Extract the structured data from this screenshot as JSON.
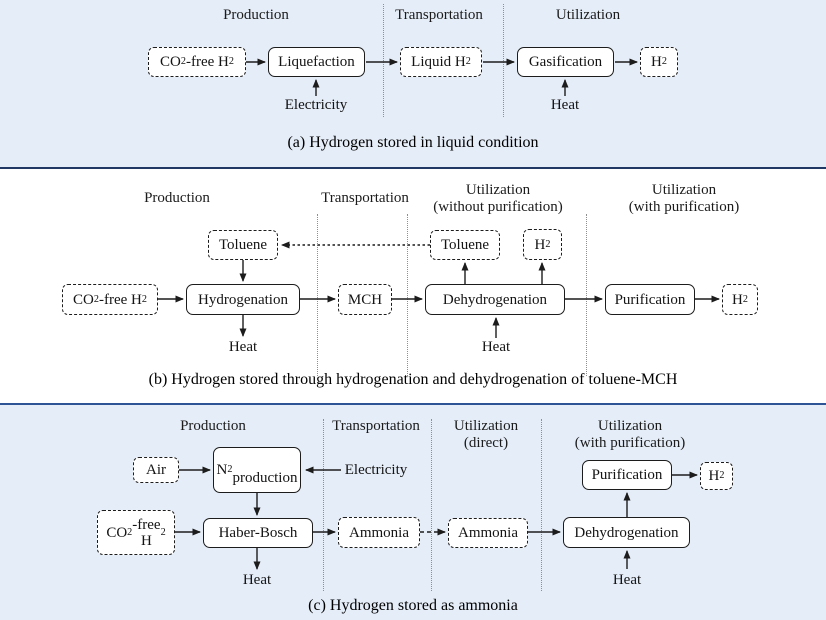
{
  "colors": {
    "panel_background": "#e5edf8",
    "panel_b_background": "#ffffff",
    "separator_top": "#1f3864",
    "separator_bottom": "#2f5496",
    "box_fill": "#ffffff",
    "line_color": "#1c1c1c",
    "divider_color": "#8f8f8f"
  },
  "panel_a": {
    "headers": {
      "production": "Production",
      "transportation": "Transportation",
      "utilization": "Utilization"
    },
    "nodes": {
      "co2_free_h2": "CO_2-free H_2",
      "liquefaction": "Liquefaction",
      "liquid_h2": "Liquid H_2",
      "gasification": "Gasification",
      "h2_out": "H_2"
    },
    "labels": {
      "electricity": "Electricity",
      "heat": "Heat"
    },
    "caption": "(a) Hydrogen stored in liquid condition"
  },
  "panel_b": {
    "headers": {
      "production": "Production",
      "transportation": "Transportation",
      "utilization_without": "Utilization\n(without purification)",
      "utilization_with": "Utilization\n(with purification)"
    },
    "nodes": {
      "co2_free_h2": "CO_2-free H_2",
      "hydrogenation": "Hydrogenation",
      "toluene_left": "Toluene",
      "mch": "MCH",
      "dehydrogenation": "Dehydrogenation",
      "toluene_right": "Toluene",
      "h2_direct": "H_2",
      "purification": "Purification",
      "h2_out": "H_2"
    },
    "labels": {
      "heat_left": "Heat",
      "heat_right": "Heat"
    },
    "caption": "(b) Hydrogen stored through hydrogenation and dehydrogenation of toluene-MCH"
  },
  "panel_c": {
    "headers": {
      "production": "Production",
      "transportation": "Transportation",
      "utilization_direct": "Utilization\n(direct)",
      "utilization_with": "Utilization\n(with purification)"
    },
    "nodes": {
      "air": "Air",
      "n2_production": "N_2\nproduction",
      "co2_free_h2": "CO_2-free\nH_2",
      "haber_bosch": "Haber-Bosch",
      "ammonia_transport": "Ammonia",
      "ammonia_utilization": "Ammonia",
      "dehydrogenation": "Dehydrogenation",
      "purification": "Purification",
      "h2_out": "H_2"
    },
    "labels": {
      "electricity": "Electricity",
      "heat_left": "Heat",
      "heat_right": "Heat"
    },
    "caption": "(c) Hydrogen stored as ammonia"
  }
}
